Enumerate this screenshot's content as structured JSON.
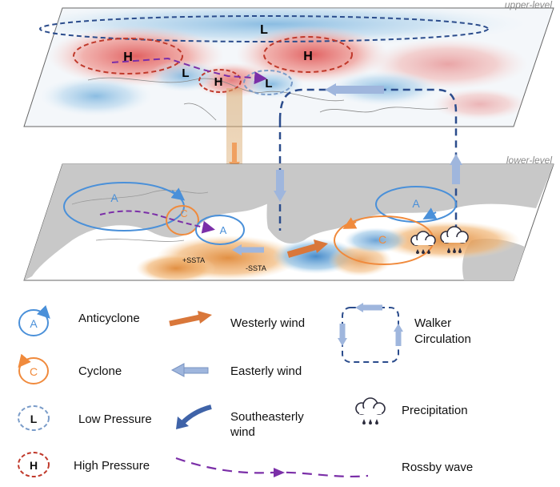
{
  "panels": {
    "upper_label": "upper-level",
    "lower_label": "lower-level"
  },
  "upper_map": {
    "systems": [
      {
        "letter": "L",
        "type": "low"
      },
      {
        "letter": "H",
        "type": "high"
      },
      {
        "letter": "H",
        "type": "high"
      },
      {
        "letter": "L",
        "type": "low"
      },
      {
        "letter": "H",
        "type": "high"
      },
      {
        "letter": "L",
        "type": "low"
      }
    ]
  },
  "lower_map": {
    "systems": [
      {
        "letter": "A",
        "type": "anticyclone"
      },
      {
        "letter": "C",
        "type": "cyclone"
      },
      {
        "letter": "A",
        "type": "anticyclone"
      },
      {
        "letter": "A",
        "type": "anticyclone"
      },
      {
        "letter": "C",
        "type": "cyclone"
      }
    ],
    "sst_labels": {
      "positive": "+SSTA",
      "negative": "-SSTA"
    }
  },
  "legend": {
    "anticyclone": {
      "symbol": "A",
      "label": "Anticyclone"
    },
    "cyclone": {
      "symbol": "C",
      "label": "Cyclone"
    },
    "low_pressure": {
      "symbol": "L",
      "label": "Low Pressure"
    },
    "high_pressure": {
      "symbol": "H",
      "label": "High Pressure"
    },
    "westerly": {
      "label": "Westerly wind"
    },
    "easterly": {
      "label": "Easterly wind"
    },
    "southeasterly": {
      "label_line1": "Southeasterly",
      "label_line2": "wind"
    },
    "rossby": {
      "label": "Rossby wave"
    },
    "walker": {
      "label_line1": "Walker",
      "label_line2": "Circulation"
    },
    "precip": {
      "label": "Precipitation"
    }
  },
  "colors": {
    "blue": "#4a90d9",
    "orange": "#f08a3c",
    "navy": "#2b4c8c",
    "red_dash": "#c0392b",
    "purple": "#7b2fa8",
    "arrow_light": "#9fb6dd",
    "westerly": "#d9773a",
    "southeasterly": "#3f63a8"
  }
}
